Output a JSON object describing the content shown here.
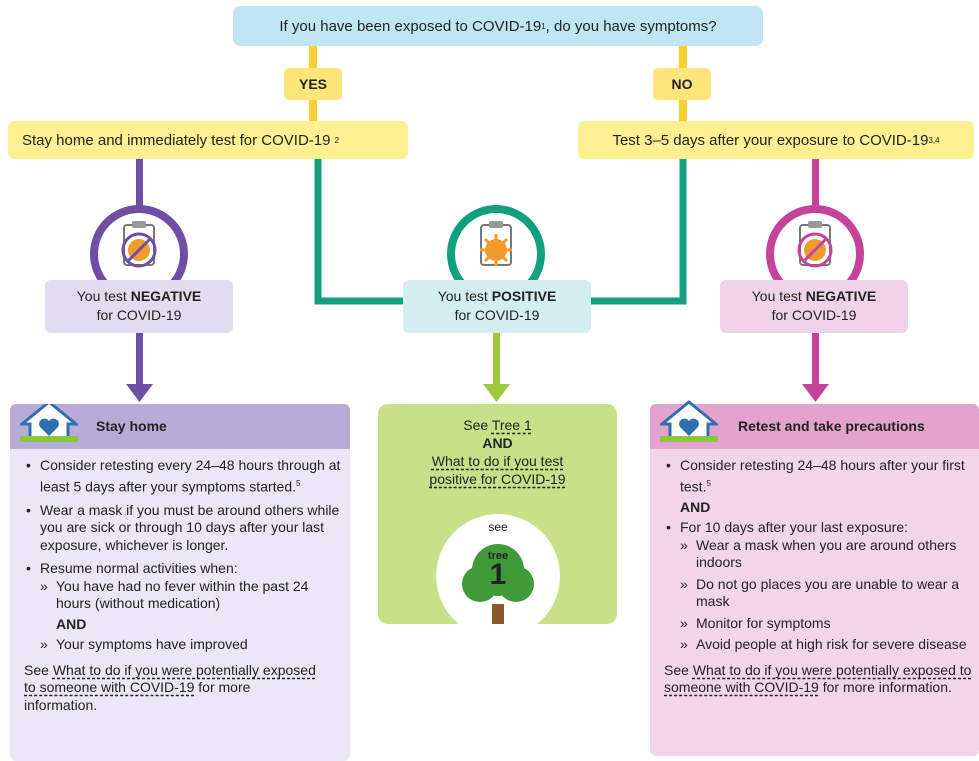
{
  "question": {
    "text": "If you have been exposed to COVID-19",
    "sup": "1",
    "text_end": ", do you have symptoms?"
  },
  "yes_label": "YES",
  "no_label": "NO",
  "yes_step": {
    "text": "Stay home and immediately test for COVID-19",
    "sup": "2"
  },
  "no_step": {
    "text": "Test 3–5 days after your exposure to COVID-19",
    "sup": "3,4"
  },
  "result_left": {
    "pre": "You test ",
    "bold": "NEGATIVE",
    "post": "for COVID-19"
  },
  "result_mid": {
    "pre": "You test ",
    "bold": "POSITIVE",
    "post": "for COVID-19"
  },
  "result_right": {
    "pre": "You test ",
    "bold": "NEGATIVE",
    "post": "for COVID-19"
  },
  "stay_home": {
    "title": "Stay home",
    "b1": "Consider retesting every 24–48 hours through at least 5 days after your symptoms started.",
    "b1_sup": "5",
    "b2": "Wear a mask if you must be around others while you are sick or through 10 days after your last exposure, whichever is longer.",
    "b3": "Resume normal activities when:",
    "s1": "You have had no fever within the past 24 hours (without medication)",
    "and": "AND",
    "s2": "Your symptoms have improved",
    "see": "See ",
    "link": "What to do if you were potentially exposed to someone with COVID-19",
    "more": " for more information."
  },
  "tree_card": {
    "see": "See ",
    "tree_link": "Tree 1",
    "and": "AND",
    "link": "What to do if you test positive for COVID-19",
    "badge_see": "see",
    "badge_tree": "tree",
    "badge_num": "1"
  },
  "retest": {
    "title": "Retest and take precautions",
    "b1": "Consider retesting 24–48 hours after your first test.",
    "b1_sup": "5",
    "and": "AND",
    "b2": "For 10 days after your last exposure:",
    "s1": "Wear a mask when you are around others indoors",
    "s2": "Do not go places you are unable to wear a mask",
    "s3": "Monitor for symptoms",
    "s4": "Avoid people at high risk for severe disease",
    "see": "See ",
    "link": "What to do if you were potentially exposed to someone with COVID-19",
    "more": " for more information."
  },
  "colors": {
    "yellow_line": "#f7cf2e",
    "purple": "#6f4fa6",
    "teal": "#13a07f",
    "lime": "#9bc93a",
    "magenta": "#c3449a",
    "orange": "#f39b2a"
  }
}
